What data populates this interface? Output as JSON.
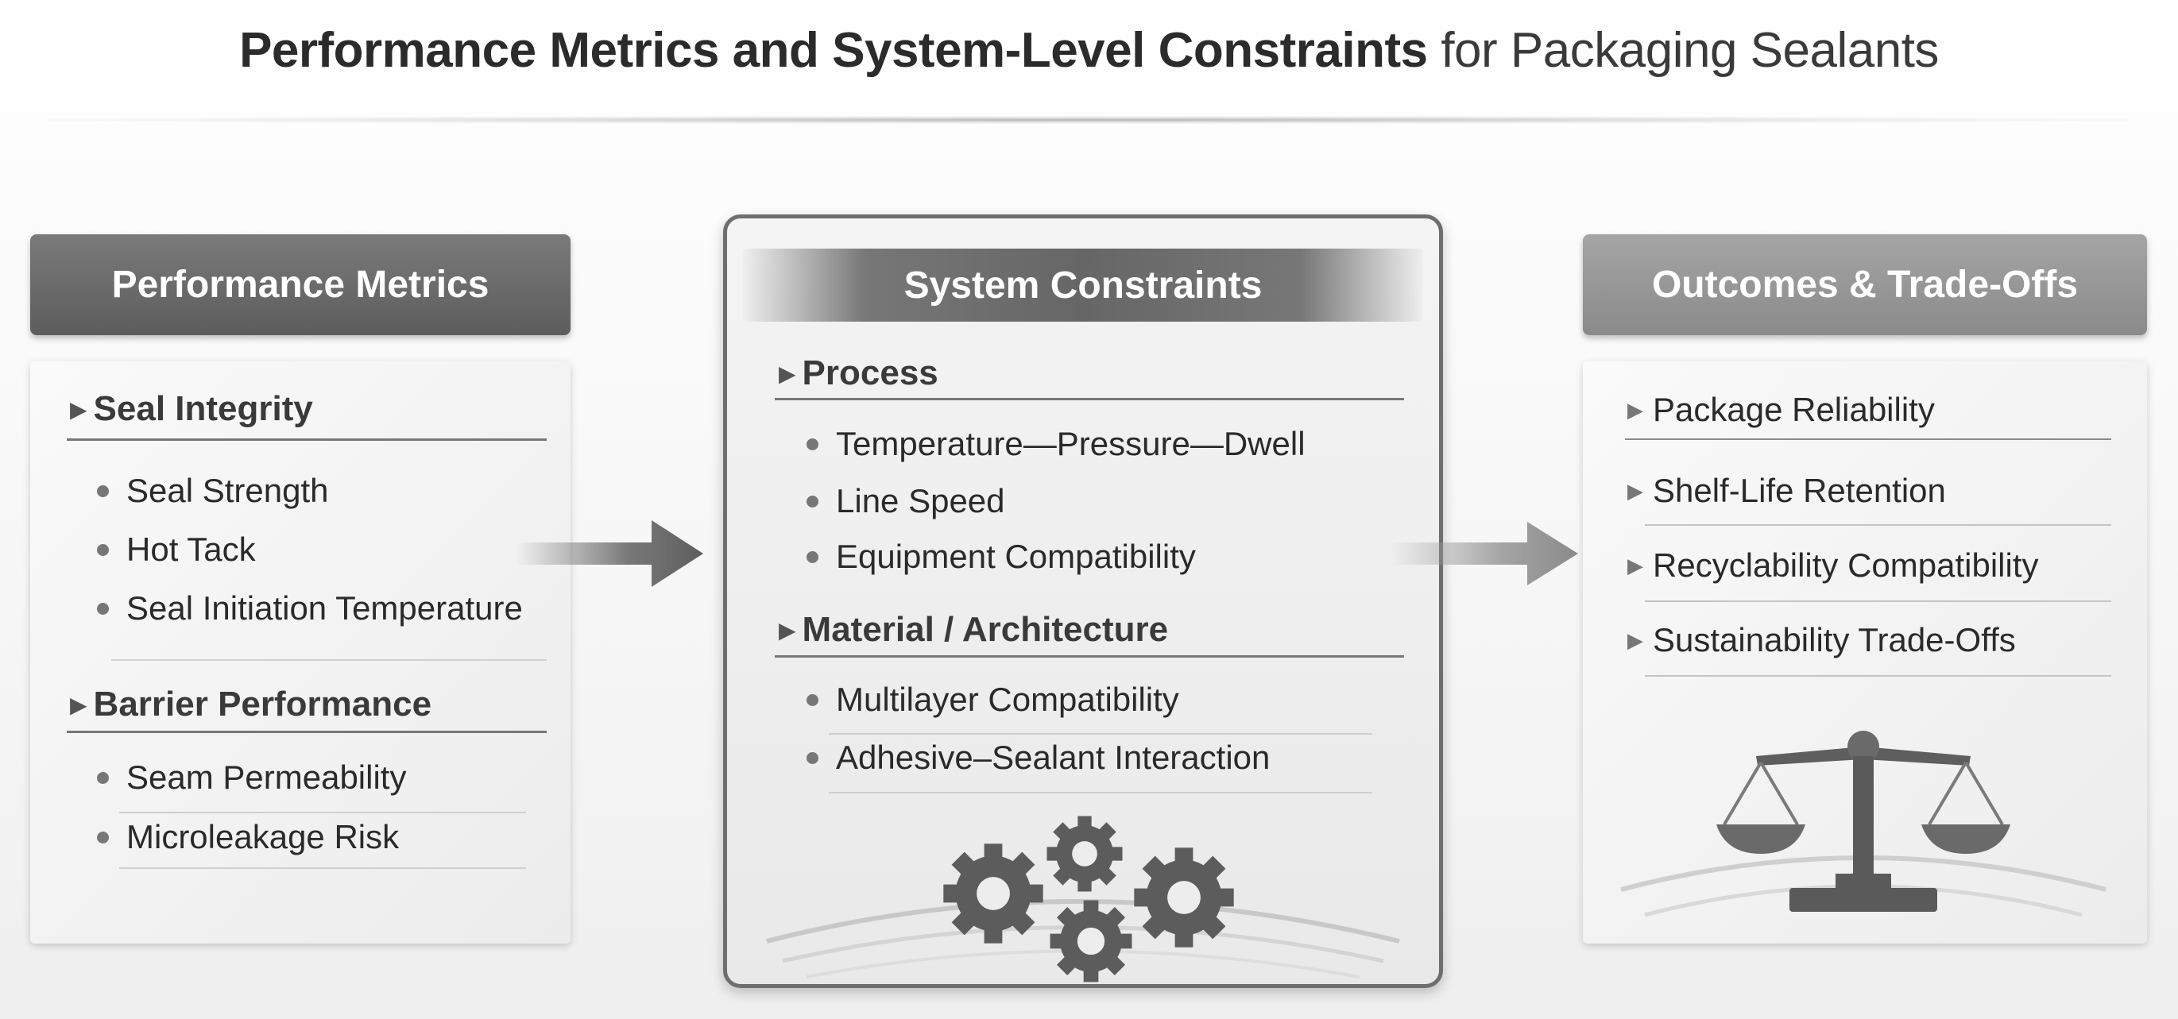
{
  "title": {
    "bold": "Performance Metrics and System-Level Constraints",
    "light": "for Packaging Sealants"
  },
  "left": {
    "header": "Performance Metrics",
    "sections": [
      {
        "heading": "Seal Integrity",
        "items": [
          "Seal Strength",
          "Hot Tack",
          "Seal Initiation Temperature"
        ]
      },
      {
        "heading": "Barrier Performance",
        "items": [
          "Seam Permeability",
          "Microleakage Risk"
        ]
      }
    ]
  },
  "center": {
    "header": "System Constraints",
    "sections": [
      {
        "heading": "Process",
        "items": [
          "Temperature—Pressure—Dwell",
          "Line Speed",
          "Equipment Compatibility"
        ]
      },
      {
        "heading": "Material / Architecture",
        "items": [
          "Multilayer Compatibility",
          "Adhesive–Sealant Interaction"
        ]
      }
    ],
    "icon": "gears-icon"
  },
  "right": {
    "header": "Outcomes & Trade-Offs",
    "items": [
      "Package Reliability",
      "Shelf-Life Retention",
      "Recyclability Compatibility",
      "Sustainability Trade-Offs"
    ],
    "icon": "balance-scale-icon"
  },
  "colors": {
    "header_dark": "#666666",
    "header_light": "#999999",
    "rule": "#777777",
    "arrow": "#6a6a6a"
  }
}
